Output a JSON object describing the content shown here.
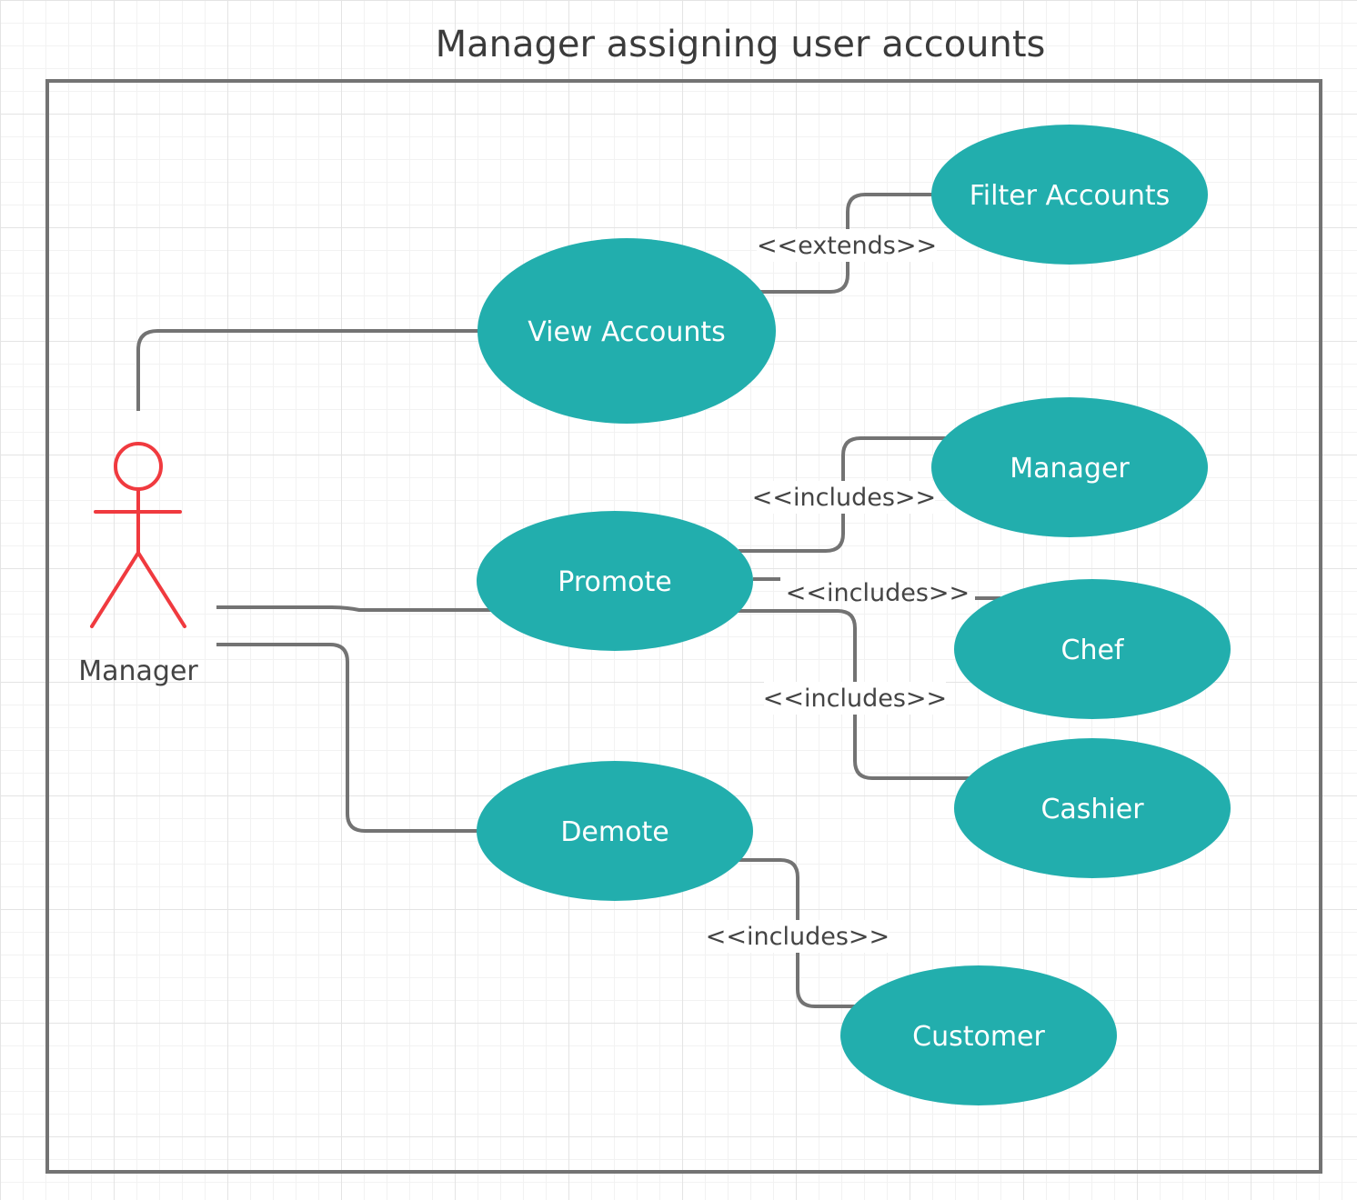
{
  "title": "Manager assigning user accounts",
  "colors": {
    "use_case_fill": "#22AEAD",
    "actor_stroke": "#F03A3F",
    "connector": "#737373",
    "boundary": "#737373"
  },
  "actor": {
    "label": "Manager"
  },
  "use_cases": {
    "view_accounts": "View Accounts",
    "filter_accounts": "Filter Accounts",
    "promote": "Promote",
    "demote": "Demote",
    "manager": "Manager",
    "chef": "Chef",
    "cashier": "Cashier",
    "customer": "Customer"
  },
  "relationships": {
    "view_filter": "<<extends>>",
    "promote_manager": "<<includes>>",
    "promote_chef": "<<includes>>",
    "promote_cashier": "<<includes>>",
    "demote_customer": "<<includes>>"
  }
}
